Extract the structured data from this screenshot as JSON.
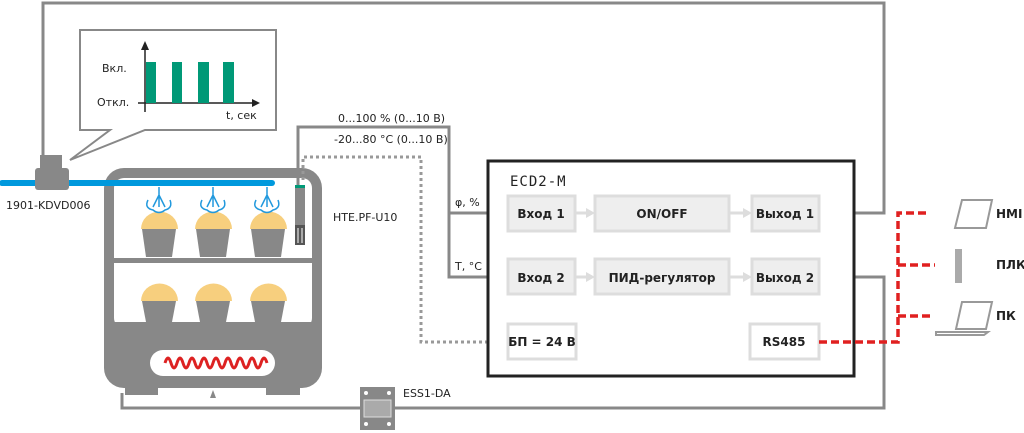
{
  "devices": {
    "valve": "1901-KDVD006",
    "sensor": "HTE.PF-U10",
    "ssr": "ESS1-DA",
    "controller": "ECD2-M"
  },
  "signals": {
    "humidity_range": "0...100 % (0...10 В)",
    "temp_range": "-20...80 °C (0...10 В)",
    "humidity_input": "φ, %",
    "temp_input": "T, °C"
  },
  "callout_chart": {
    "y_on": "Вкл.",
    "y_off": "Откл.",
    "x_label": "t, сек",
    "bar_color": "#009977"
  },
  "controller_blocks": {
    "in1": "Вход 1",
    "onoff": "ON/OFF",
    "out1": "Выход 1",
    "in2": "Вход 2",
    "pid": "ПИД-регулятор",
    "out2": "Выход 2",
    "psu": "БП = 24 В",
    "rs485": "RS485"
  },
  "network": {
    "hmi": "HMI",
    "plc": "ПЛК",
    "pc": "ПК"
  },
  "colors": {
    "wire": "#888888",
    "water": "#0099dd",
    "heater": "#dd2222",
    "bus": "#e02020"
  }
}
